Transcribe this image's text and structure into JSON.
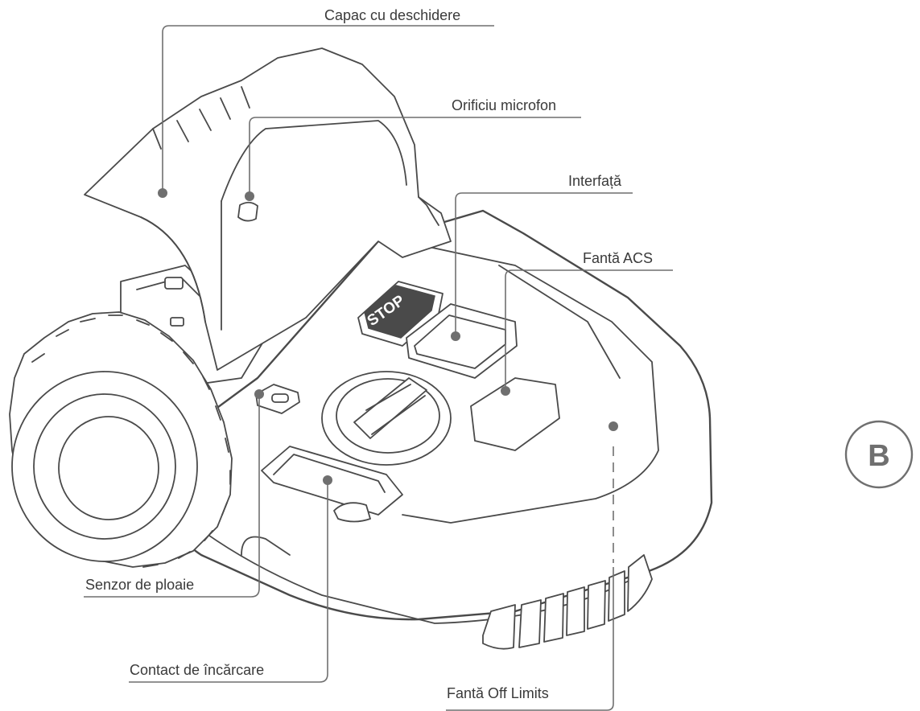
{
  "labels": {
    "lid": "Capac cu deschidere",
    "microphone": "Orificiu microfon",
    "interface": "Interfață",
    "acs_slot": "Fantă ACS",
    "rain_sensor": "Senzor de ploaie",
    "charging_contact": "Contact de încărcare",
    "off_limits_slot": "Fantă Off Limits"
  },
  "stop_button": "STOP",
  "badge": "B",
  "colors": {
    "line": "#6f6f6f",
    "text": "#3a3a3a",
    "outline": "#4a4a4a",
    "stop_button": "#4a4a4a",
    "background": "#ffffff"
  }
}
